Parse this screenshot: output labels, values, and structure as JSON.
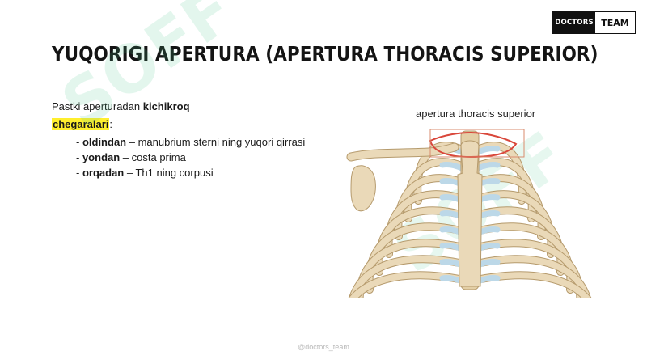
{
  "logo": {
    "left_text": "DOCTORS",
    "right_text": "TEAM"
  },
  "title": "YUQORIGI APERTURA (APERTURA THORACIS SUPERIOR)",
  "intro": {
    "text": "Pastki aperturadan ",
    "bold": "kichikroq"
  },
  "borders": {
    "label": "chegaralari",
    "suffix": ":",
    "items": [
      {
        "term": "oldindan",
        "desc": " – manubrium sterni ning yuqori qirrasi"
      },
      {
        "term": "yondan",
        "desc": " – costa prima"
      },
      {
        "term": "orqadan",
        "desc": " – Th1 ning corpusi"
      }
    ]
  },
  "figure": {
    "caption": "apertura thoracis superior"
  },
  "watermark": "SOFF",
  "footer": "@doctors_team",
  "colors": {
    "bone": "#ead9b8",
    "bone_stroke": "#b59a6c",
    "cartilage": "#bcd8e8",
    "aperture_outline": "#d9473b",
    "highlight": "#ffef2e"
  }
}
